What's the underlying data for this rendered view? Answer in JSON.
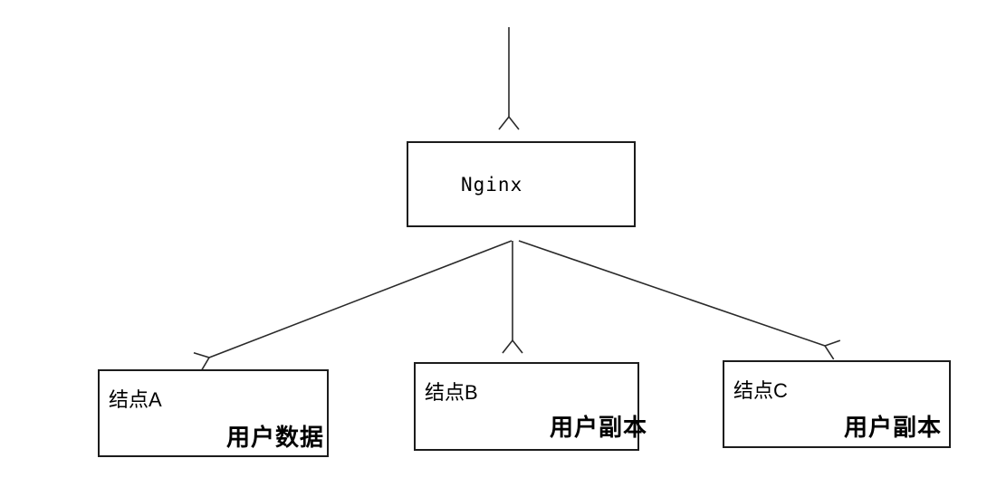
{
  "diagram": {
    "background_color": "#ffffff",
    "line_color": "#2a2a2a",
    "box_border_color": "#1c1c1c",
    "text_color": "#000000",
    "nginx_box": {
      "label": "Nginx"
    },
    "nodes": [
      {
        "title": "结点A",
        "subtitle": "用户数据"
      },
      {
        "title": "结点B",
        "subtitle": "用户副本"
      },
      {
        "title": "结点C",
        "subtitle": "用户副本"
      }
    ],
    "arrows": [
      {
        "name": "incoming-arrow",
        "from": "top",
        "to": "nginx-box"
      },
      {
        "name": "arrow-to-node-a",
        "from": "nginx-box",
        "to": "node-a"
      },
      {
        "name": "arrow-to-node-b",
        "from": "nginx-box",
        "to": "node-b"
      },
      {
        "name": "arrow-to-node-c",
        "from": "nginx-box",
        "to": "node-c"
      }
    ]
  }
}
